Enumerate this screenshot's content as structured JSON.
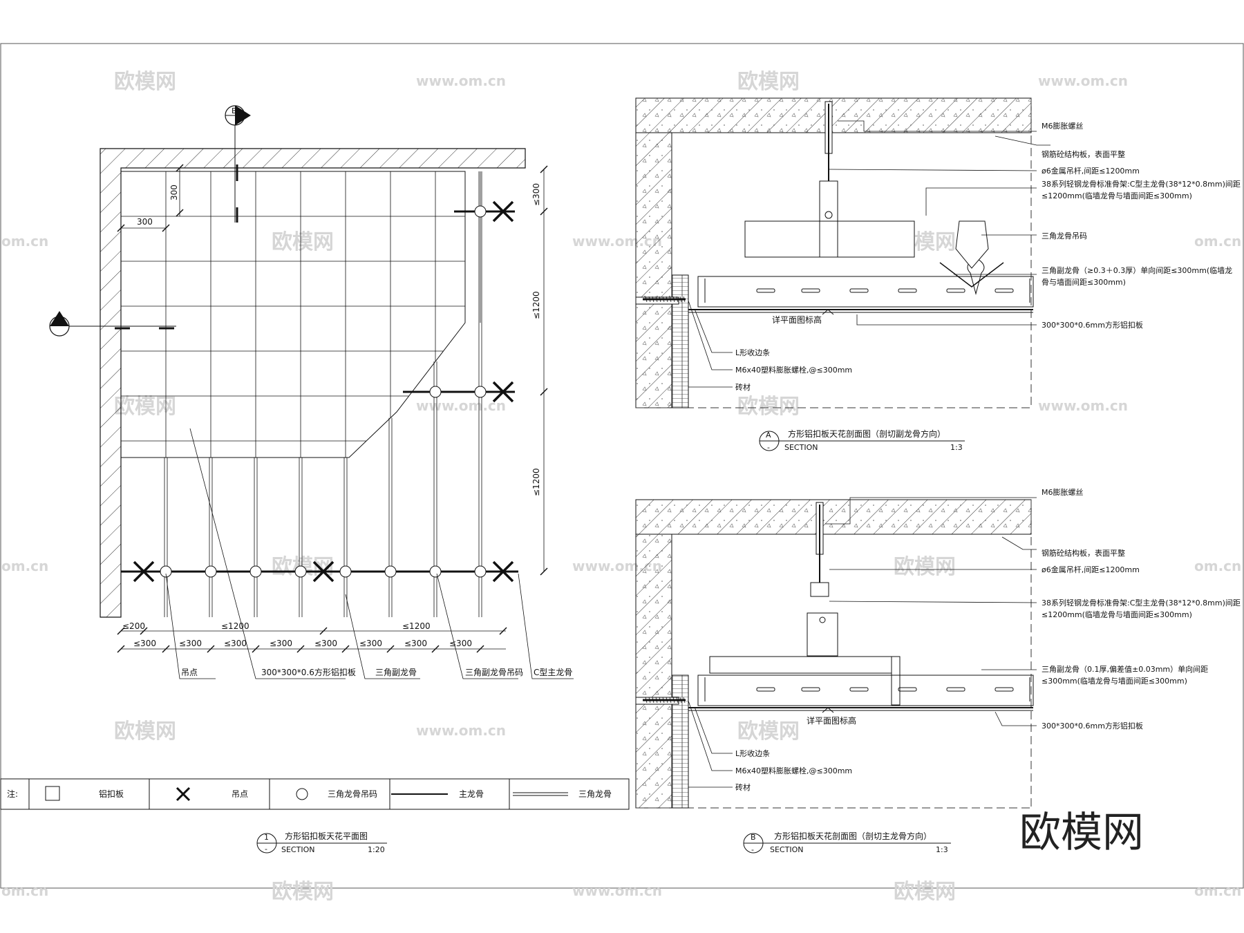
{
  "watermark": {
    "text": "欧模网",
    "url": "www.om.cn",
    "url_partial": "om.cn",
    "logo_text": "欧模网"
  },
  "plan": {
    "section_b_id": "B",
    "section_a_id": "A",
    "dims": {
      "tile_v": "300",
      "tile_h": "300",
      "right_top": "≤300",
      "right_mid": "≤1200",
      "right_low": "≤1200",
      "bottom_left": "≤200",
      "bottom_mid1": "≤1200",
      "bottom_mid2": "≤1200",
      "bottom_step": "≤300"
    },
    "callouts": {
      "hanger": "吊点",
      "panel": "300*300*0.6方形铝扣板",
      "tri_sub": "三角副龙骨",
      "tri_clip": "三角副龙骨吊码",
      "c_main": "C型主龙骨"
    },
    "title": {
      "num": "1",
      "dash": "-",
      "name": "方形铝扣板天花平面图",
      "section": "SECTION",
      "scale": "1:20"
    }
  },
  "legend": {
    "note": "注:",
    "items": [
      {
        "label": "铝扣板",
        "icon": "square-icon"
      },
      {
        "label": "吊点",
        "icon": "cross-icon"
      },
      {
        "label": "三角龙骨吊码",
        "icon": "circle-icon"
      },
      {
        "label": "主龙骨",
        "icon": "single-line-icon"
      },
      {
        "label": "三角龙骨",
        "icon": "double-line-icon"
      }
    ]
  },
  "section_a": {
    "labels": {
      "bolt": "M6膨胀螺丝",
      "slab": "钢筋砼结构板，表面平整",
      "rod": "ø6金属吊杆,间距≤1200mm",
      "main1": "38系列轻钢龙骨标准骨架:C型主龙骨(38*12*0.8mm)间距",
      "main2": "≤1200mm(临墙龙骨与墙面间距≤300mm)",
      "clip": "三角龙骨吊码",
      "tri1": "三角副龙骨（≥0.3＋0.3厚）单向间距≤300mm(临墙龙",
      "tri2": "骨与墙面间距≤300mm)",
      "level": "详平面图标高",
      "panel": "300*300*0.6mm方形铝扣板",
      "edge": "L形收边条",
      "anchor": "M6x40塑料膨胀螺栓,@≤300mm",
      "brick": "砖材"
    },
    "title": {
      "num": "A",
      "dash": "-",
      "name": "方形铝扣板天花剖面图（剖切副龙骨方向）",
      "section": "SECTION",
      "scale": "1:3"
    }
  },
  "section_b": {
    "labels": {
      "bolt": "M6膨胀螺丝",
      "slab": "钢筋砼结构板，表面平整",
      "rod": "ø6金属吊杆,间距≤1200mm",
      "main1": "38系列轻钢龙骨标准骨架:C型主龙骨(38*12*0.8mm)间距",
      "main2": "≤1200mm(临墙龙骨与墙面间距≤300mm)",
      "tri1": "三角副龙骨（0.1厚,偏差值±0.03mm）单向间距",
      "tri2": "≤300mm(临墙龙骨与墙面间距≤300mm)",
      "level": "详平面图标高",
      "panel": "300*300*0.6mm方形铝扣板",
      "edge": "L形收边条",
      "anchor": "M6x40塑料膨胀螺栓,@≤300mm",
      "brick": "砖材"
    },
    "title": {
      "num": "B",
      "dash": "-",
      "name": "方形铝扣板天花剖面图（剖切主龙骨方向）",
      "section": "SECTION",
      "scale": "1:3"
    }
  }
}
